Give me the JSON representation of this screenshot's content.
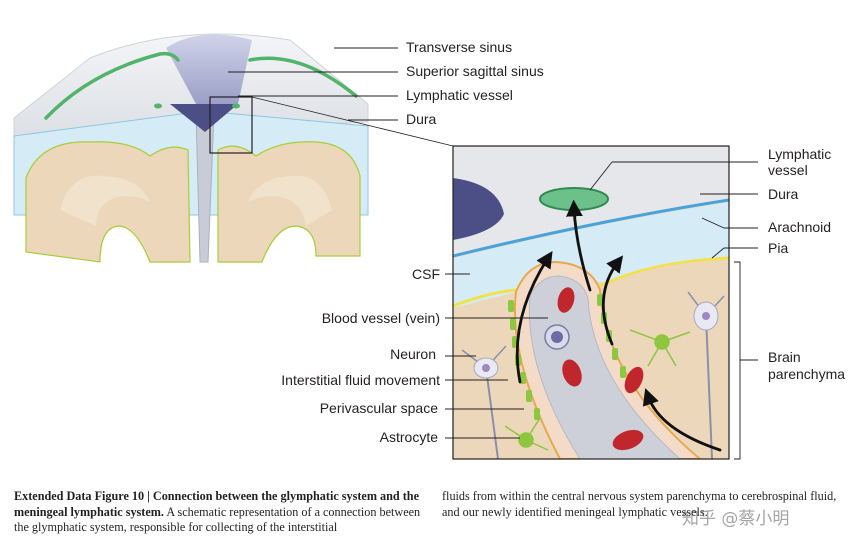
{
  "labels": {
    "transverse_sinus": "Transverse sinus",
    "superior_sagittal_sinus": "Superior sagittal sinus",
    "lymphatic_vessel_top": "Lymphatic vessel",
    "dura_top": "Dura",
    "lymphatic_vessel_inset_line1": "Lymphatic",
    "lymphatic_vessel_inset_line2": "vessel",
    "dura_inset": "Dura",
    "arachnoid": "Arachnoid",
    "pia": "Pia",
    "brain_parenchyma_line1": "Brain",
    "brain_parenchyma_line2": "parenchyma",
    "csf": "CSF",
    "blood_vessel": "Blood vessel (vein)",
    "neuron": "Neuron",
    "interstitial_fluid": "Interstitial fluid movement",
    "perivascular_space": "Perivascular space",
    "astrocyte": "Astrocyte"
  },
  "caption": {
    "title": "Extended Data Figure 10 | Connection between the glymphatic system and the meningeal lymphatic system.",
    "text_left": "A schematic representation of a connection between the glymphatic system, responsible for collecting of the interstitial",
    "text_right": "fluids from within the central nervous system parenchyma to cerebrospinal fluid, and our newly identified meningeal lymphatic vessels."
  },
  "watermark": "知乎 @蔡小明",
  "colors": {
    "lymphatic": "#52b36b",
    "csf": "#d5ecf6",
    "parenchyma": "#ecd7bb",
    "dura": "#e6e7ea",
    "pia": "#f1e14a",
    "blood": "#c0272d",
    "astrocyte": "#8dc63f",
    "sinus": "#4b4f86"
  }
}
